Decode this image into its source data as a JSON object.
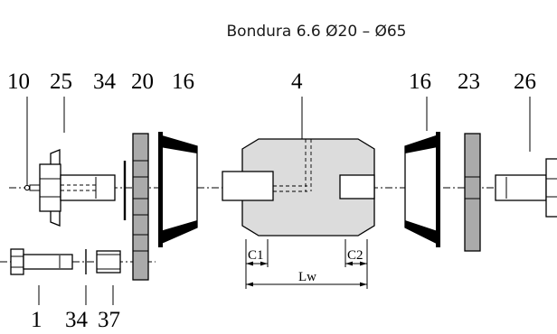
{
  "title": "Bondura 6.6 Ø20 – Ø65",
  "labels": {
    "top": [
      "10",
      "25",
      "34",
      "20",
      "16",
      "4",
      "16",
      "23",
      "26"
    ],
    "bottom": [
      "1",
      "34",
      "37"
    ],
    "dims": {
      "c1": "C1",
      "c2": "C2",
      "lw": "Lw"
    }
  },
  "colors": {
    "part_fill": "#dcdcdc",
    "ring_fill": "#aaaaaa",
    "line": "#000000"
  }
}
